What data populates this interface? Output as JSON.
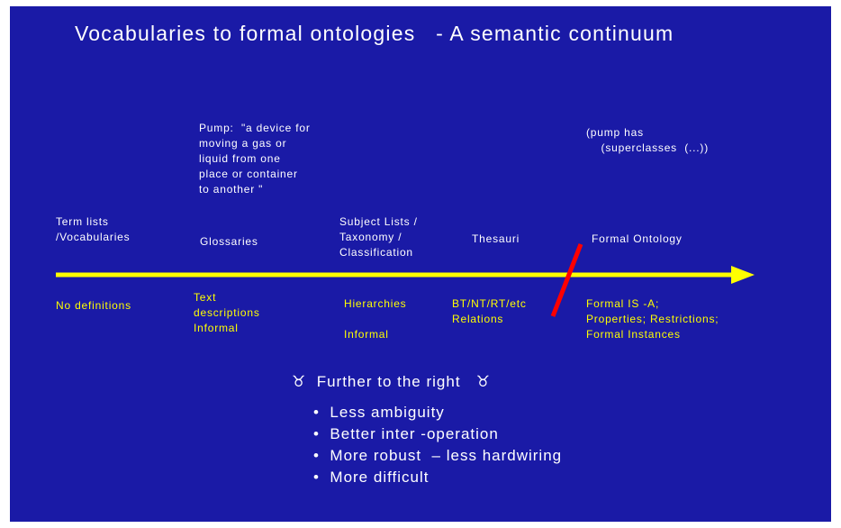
{
  "title": "Vocabularies to formal ontologies   - A semantic continuum",
  "stages": [
    {
      "label": "Term lists\n/Vocabularies",
      "note": "No definitions"
    },
    {
      "label": "Glossaries",
      "note": "Text\ndescriptions\nInformal"
    },
    {
      "label": "Subject Lists /\nTaxonomy /\nClassification",
      "note": "Hierarchies\n\nInformal"
    },
    {
      "label": "Thesauri",
      "note": "BT/NT/RT/etc\nRelations"
    },
    {
      "label": "Formal Ontology",
      "note": "Formal IS -A;\nProperties; Restrictions;\nFormal Instances"
    }
  ],
  "pump_definition": "Pump:  \"a device for\nmoving a gas or\nliquid from one\nplace or container\nto another \"",
  "pump_formal": "(pump has\n    (superclasses  (...))",
  "further_right": {
    "heading": "Further to the right",
    "marker_icon": "taurus-symbol",
    "points": [
      "Less ambiguity",
      "Better inter -operation",
      "More robust  – less hardwiring",
      "More difficult"
    ]
  },
  "colors": {
    "background": "#1a1aa6",
    "arrow": "#ffff00",
    "divider": "#ff0000",
    "text": "#ffffff",
    "notes": "#ffff00"
  }
}
